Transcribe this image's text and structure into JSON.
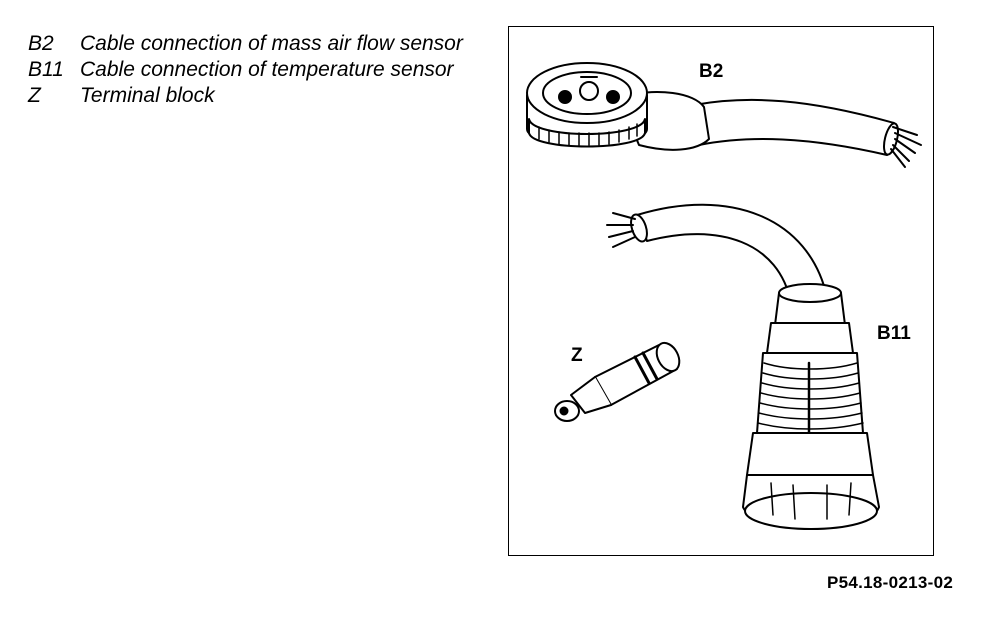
{
  "legend": [
    {
      "key": "B2",
      "text": "Cable connection of mass air flow sensor"
    },
    {
      "key": "B11",
      "text": "Cable connection of temperature sensor"
    },
    {
      "key": "Z",
      "text": "Terminal block"
    }
  ],
  "callouts": {
    "b2": "B2",
    "b11": "B11",
    "z": "Z"
  },
  "figure_ref": "P54.18-0213-02"
}
